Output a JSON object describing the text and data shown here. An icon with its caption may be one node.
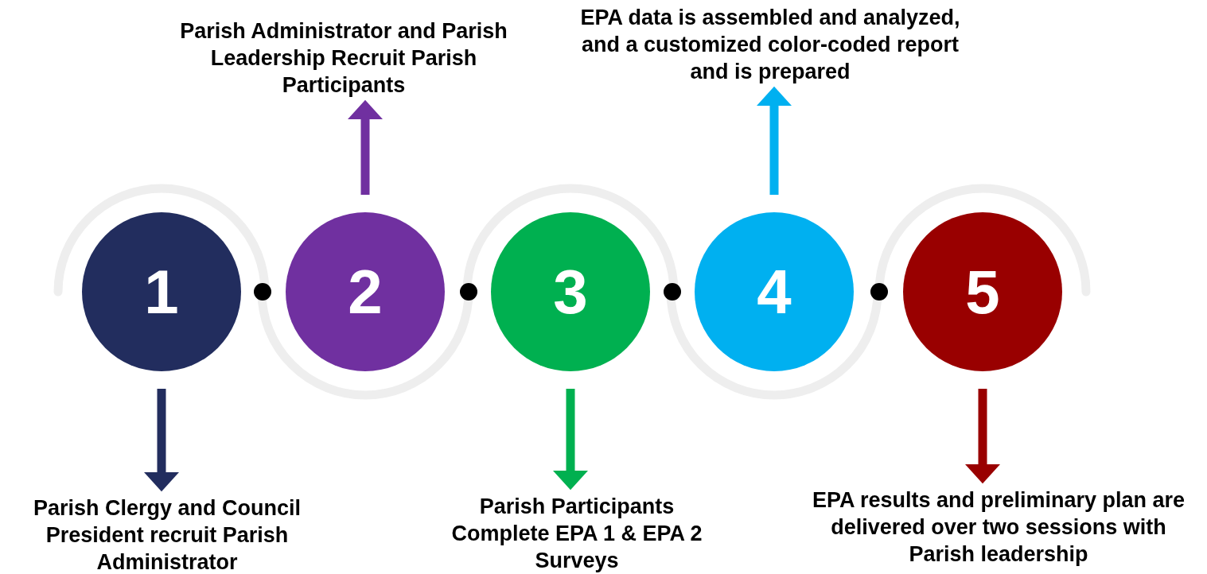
{
  "diagram": {
    "nodes": [
      {
        "text": [
          "1"
        ]
      },
      {
        "text": [
          "2"
        ]
      },
      {
        "text": [
          "3"
        ]
      },
      {
        "text": [
          "4"
        ]
      },
      {
        "text": [
          "5"
        ]
      },
      {
        "text": [
          "Parish Clergy and Council President recruit Parish Administrator"
        ]
      },
      {
        "text": [
          "Parish Administrator and Parish Leadership Recruit Parish Participants"
        ]
      },
      {
        "text": [
          "Parish Participants Complete EPA 1 & EPA 2 Surveys"
        ]
      },
      {
        "text": [
          "EPA data is assembled and analyzed, and a customized color-coded report and is prepared"
        ]
      },
      {
        "text": [
          "EPA results and preliminary plan are delivered over two sessions with Parish leadership"
        ]
      }
    ],
    "edges": [
      {
        "from": 0,
        "to": 5,
        "arrow": "to",
        "color": "#222d5e"
      },
      {
        "from": 1,
        "to": 6,
        "arrow": "to",
        "color": "#7030a0"
      },
      {
        "from": 2,
        "to": 7,
        "arrow": "to",
        "color": "#00b050"
      },
      {
        "from": 3,
        "to": 8,
        "arrow": "to",
        "color": "#00b0f0"
      },
      {
        "from": 4,
        "to": 9,
        "arrow": "to",
        "color": "#990000"
      }
    ]
  }
}
